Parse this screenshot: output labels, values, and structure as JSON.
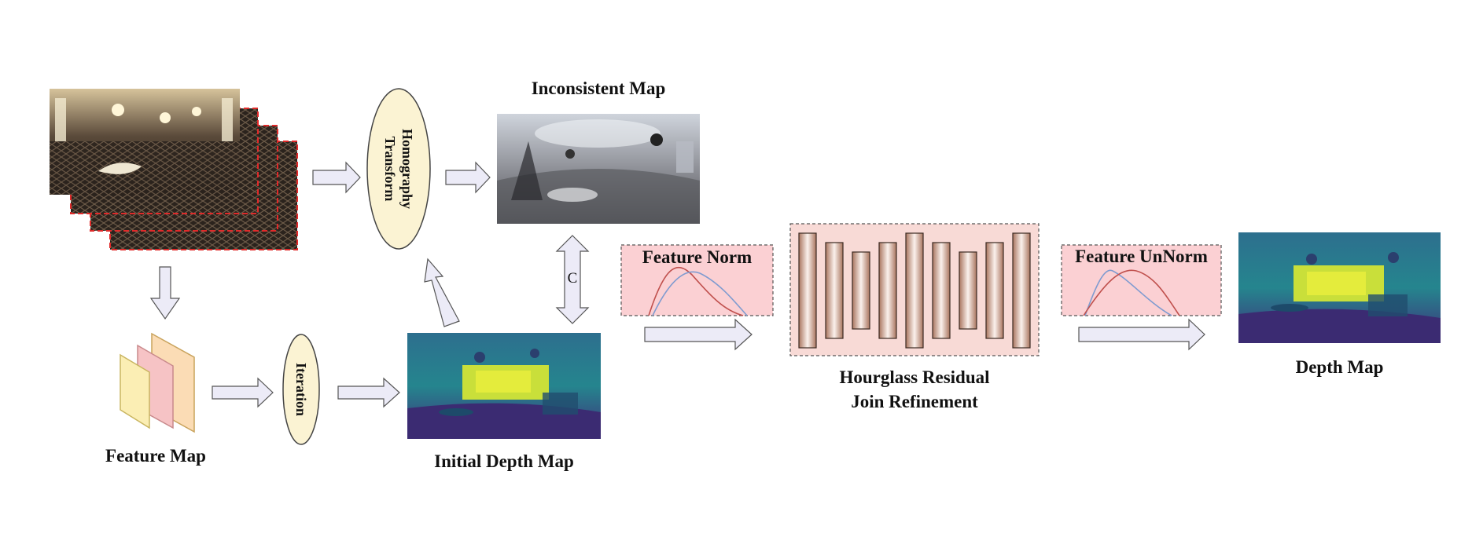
{
  "labels": {
    "inconsistent_map": "Inconsistent Map",
    "homography_line1": "Homography",
    "homography_line2": "Transform",
    "iteration": "Iteration",
    "concat": "C",
    "feature_map": "Feature Map",
    "initial_depth_map": "Initial Depth Map",
    "feature_norm": "Feature Norm",
    "hourglass_line1": "Hourglass Residual",
    "hourglass_line2": "Join Refinement",
    "feature_unnorm": "Feature UnNorm",
    "depth_map": "Depth Map"
  },
  "colors": {
    "ellipse_fill": "#fbf3d3",
    "pink_box": "#fbd0d3",
    "red_dash": "#e02a2a",
    "arrow_fill": "#ecebf7",
    "bar_brown": "#a9755f",
    "curve_red": "#c0504d",
    "curve_blue": "#7f9bd0",
    "fm_yellow": "#fbeeb4",
    "fm_pink": "#f6c3c5",
    "fm_peach": "#fbdcb5"
  },
  "icons": {
    "input_images": "stacked-room-photos-icon",
    "feature_map": "stacked-feature-planes-icon",
    "depth": "depth-heatmap-icon"
  }
}
